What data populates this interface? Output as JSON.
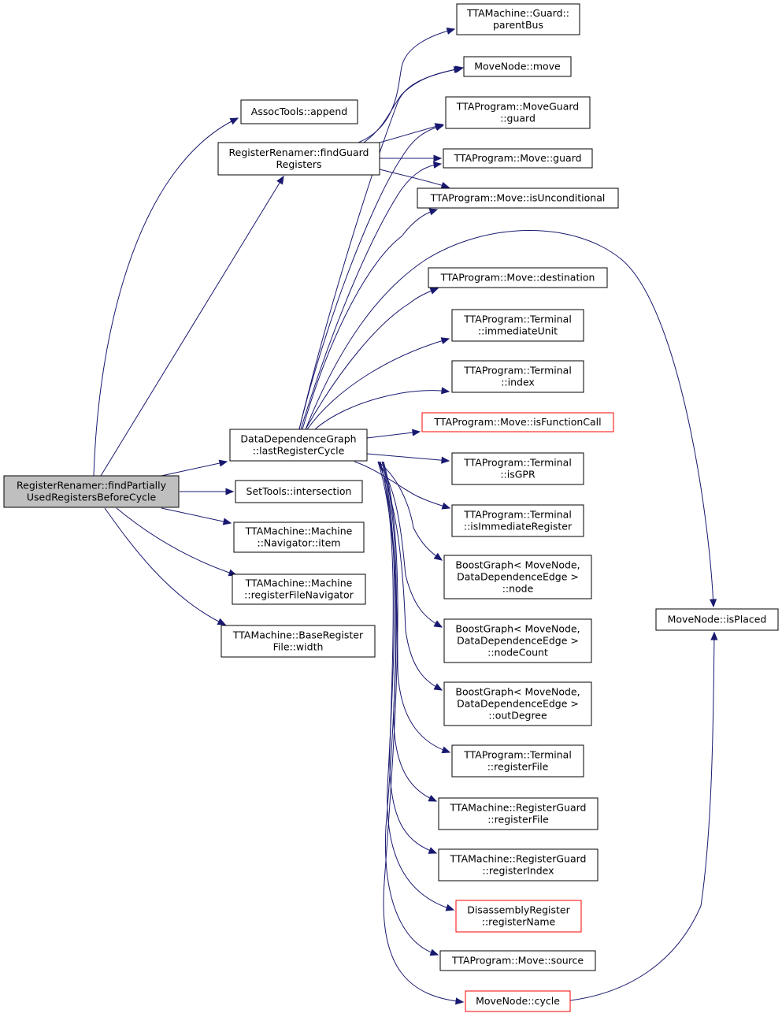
{
  "colors": {
    "edge": "#191970",
    "node_border": "#000000",
    "node_border_red": "#ff0000",
    "root_fill": "#bfbfbf",
    "background": "#ffffff"
  },
  "nodes": [
    {
      "id": "root",
      "lines": [
        "RegisterRenamer::findPartially",
        "UsedRegistersBeforeCycle"
      ],
      "style": "root"
    },
    {
      "id": "assoc",
      "lines": [
        "AssocTools::append"
      ],
      "style": "normal"
    },
    {
      "id": "fgr",
      "lines": [
        "RegisterRenamer::findGuard",
        "Registers"
      ],
      "style": "normal"
    },
    {
      "id": "ddg",
      "lines": [
        "DataDependenceGraph",
        "::lastRegisterCycle"
      ],
      "style": "normal"
    },
    {
      "id": "settools",
      "lines": [
        "SetTools::intersection"
      ],
      "style": "normal"
    },
    {
      "id": "navitem",
      "lines": [
        "TTAMachine::Machine",
        "::Navigator::item"
      ],
      "style": "normal"
    },
    {
      "id": "rfnav",
      "lines": [
        "TTAMachine::Machine",
        "::registerFileNavigator"
      ],
      "style": "normal"
    },
    {
      "id": "brfwidth",
      "lines": [
        "TTAMachine::BaseRegister",
        "File::width"
      ],
      "style": "normal"
    },
    {
      "id": "parentbus",
      "lines": [
        "TTAMachine::Guard::",
        "parentBus"
      ],
      "style": "normal"
    },
    {
      "id": "mnmove",
      "lines": [
        "MoveNode::move"
      ],
      "style": "normal"
    },
    {
      "id": "mgguard",
      "lines": [
        "TTAProgram::MoveGuard",
        "::guard"
      ],
      "style": "normal"
    },
    {
      "id": "moveguard",
      "lines": [
        "TTAProgram::Move::guard"
      ],
      "style": "normal"
    },
    {
      "id": "isuncond",
      "lines": [
        "TTAProgram::Move::isUnconditional"
      ],
      "style": "normal"
    },
    {
      "id": "dest",
      "lines": [
        "TTAProgram::Move::destination"
      ],
      "style": "normal"
    },
    {
      "id": "immunit",
      "lines": [
        "TTAProgram::Terminal",
        "::immediateUnit"
      ],
      "style": "normal"
    },
    {
      "id": "index",
      "lines": [
        "TTAProgram::Terminal",
        "::index"
      ],
      "style": "normal"
    },
    {
      "id": "isfc",
      "lines": [
        "TTAProgram::Move::isFunctionCall"
      ],
      "style": "red"
    },
    {
      "id": "isgpr",
      "lines": [
        "TTAProgram::Terminal",
        "::isGPR"
      ],
      "style": "normal"
    },
    {
      "id": "isimmreg",
      "lines": [
        "TTAProgram::Terminal",
        "::isImmediateRegister"
      ],
      "style": "normal"
    },
    {
      "id": "bgnode",
      "lines": [
        "BoostGraph< MoveNode,",
        "DataDependenceEdge >",
        "::node"
      ],
      "style": "normal"
    },
    {
      "id": "bgcount",
      "lines": [
        "BoostGraph< MoveNode,",
        "DataDependenceEdge >",
        "::nodeCount"
      ],
      "style": "normal"
    },
    {
      "id": "bgout",
      "lines": [
        "BoostGraph< MoveNode,",
        "DataDependenceEdge >",
        "::outDegree"
      ],
      "style": "normal"
    },
    {
      "id": "termrf",
      "lines": [
        "TTAProgram::Terminal",
        "::registerFile"
      ],
      "style": "normal"
    },
    {
      "id": "rgrf",
      "lines": [
        "TTAMachine::RegisterGuard",
        "::registerFile"
      ],
      "style": "normal"
    },
    {
      "id": "rgri",
      "lines": [
        "TTAMachine::RegisterGuard",
        "::registerIndex"
      ],
      "style": "normal"
    },
    {
      "id": "disreg",
      "lines": [
        "DisassemblyRegister",
        "::registerName"
      ],
      "style": "red"
    },
    {
      "id": "source",
      "lines": [
        "TTAProgram::Move::source"
      ],
      "style": "normal"
    },
    {
      "id": "cycle",
      "lines": [
        "MoveNode::cycle"
      ],
      "style": "red"
    },
    {
      "id": "isplaced",
      "lines": [
        "MoveNode::isPlaced"
      ],
      "style": "normal"
    }
  ]
}
